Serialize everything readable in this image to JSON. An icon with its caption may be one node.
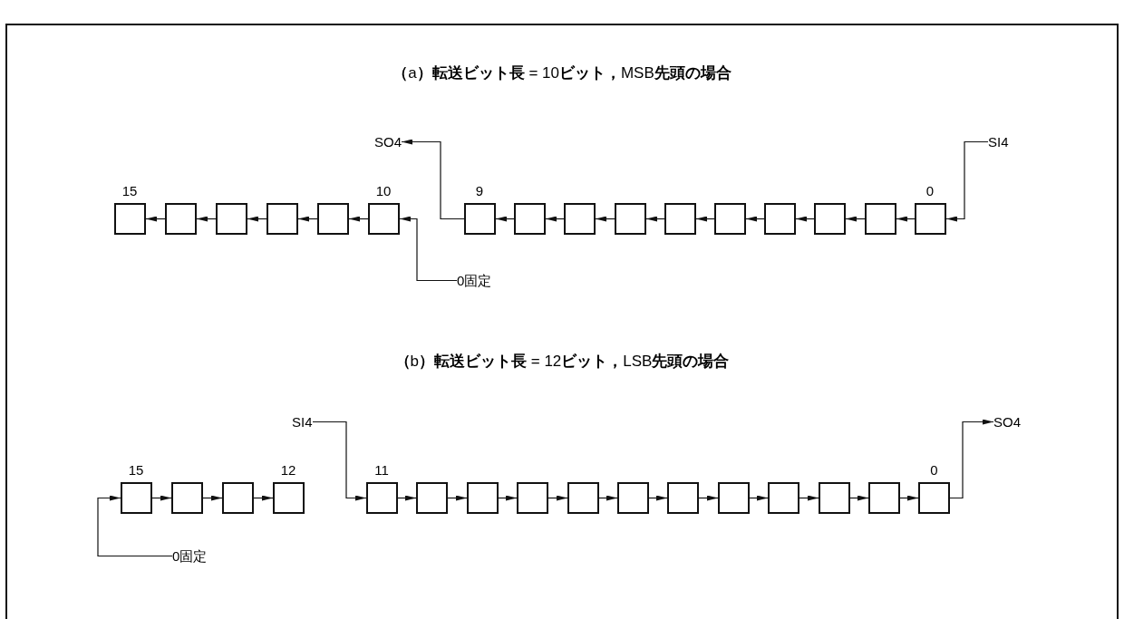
{
  "diagram": {
    "nodes": [
      {
        "text": [
          "SO4"
        ]
      },
      {
        "text": [
          "SI4"
        ]
      },
      {
        "text": [],
        "shape": "box",
        "beside": [
          "15"
        ]
      },
      {
        "text": [],
        "shape": "box"
      },
      {
        "text": [],
        "shape": "box"
      },
      {
        "text": [],
        "shape": "box"
      },
      {
        "text": [],
        "shape": "box"
      },
      {
        "text": [],
        "shape": "box",
        "beside": [
          "10"
        ]
      },
      {
        "text": [],
        "shape": "box",
        "beside": [
          "9"
        ]
      },
      {
        "text": [],
        "shape": "box"
      },
      {
        "text": [],
        "shape": "box"
      },
      {
        "text": [],
        "shape": "box"
      },
      {
        "text": [],
        "shape": "box"
      },
      {
        "text": [],
        "shape": "box"
      },
      {
        "text": [],
        "shape": "box"
      },
      {
        "text": [],
        "shape": "box"
      },
      {
        "text": [],
        "shape": "box"
      },
      {
        "text": [],
        "shape": "box",
        "beside": [
          "0"
        ]
      },
      {
        "text": [
          "0固定"
        ]
      },
      {
        "text": [
          "SI4"
        ]
      },
      {
        "text": [
          "SO4"
        ]
      },
      {
        "text": [],
        "shape": "box",
        "beside": [
          "15"
        ]
      },
      {
        "text": [],
        "shape": "box"
      },
      {
        "text": [],
        "shape": "box"
      },
      {
        "text": [],
        "shape": "box",
        "beside": [
          "12"
        ]
      },
      {
        "text": [],
        "shape": "box",
        "beside": [
          "11"
        ]
      },
      {
        "text": [],
        "shape": "box"
      },
      {
        "text": [],
        "shape": "box"
      },
      {
        "text": [],
        "shape": "box"
      },
      {
        "text": [],
        "shape": "box"
      },
      {
        "text": [],
        "shape": "box"
      },
      {
        "text": [],
        "shape": "box"
      },
      {
        "text": [],
        "shape": "box"
      },
      {
        "text": [],
        "shape": "box"
      },
      {
        "text": [],
        "shape": "box"
      },
      {
        "text": [],
        "shape": "box"
      },
      {
        "text": [],
        "shape": "box",
        "beside": [
          "0"
        ]
      },
      {
        "text": [
          "0固定"
        ]
      }
    ],
    "edges": [
      {
        "from": 17,
        "to": 16,
        "arrow": "to"
      },
      {
        "from": 16,
        "to": 15,
        "arrow": "to"
      },
      {
        "from": 15,
        "to": 14,
        "arrow": "to"
      },
      {
        "from": 14,
        "to": 13,
        "arrow": "to"
      },
      {
        "from": 13,
        "to": 12,
        "arrow": "to"
      },
      {
        "from": 12,
        "to": 11,
        "arrow": "to"
      },
      {
        "from": 11,
        "to": 10,
        "arrow": "to"
      },
      {
        "from": 10,
        "to": 9,
        "arrow": "to"
      },
      {
        "from": 9,
        "to": 8,
        "arrow": "to"
      },
      {
        "from": 7,
        "to": 6,
        "arrow": "to"
      },
      {
        "from": 6,
        "to": 5,
        "arrow": "to"
      },
      {
        "from": 5,
        "to": 4,
        "arrow": "to"
      },
      {
        "from": 4,
        "to": 3,
        "arrow": "to"
      },
      {
        "from": 3,
        "to": 2,
        "arrow": "to"
      },
      {
        "from": 8,
        "to": 0,
        "arrow": "to"
      },
      {
        "from": 1,
        "to": 17,
        "arrow": "to"
      },
      {
        "from": 18,
        "to": 7,
        "arrow": "to"
      },
      {
        "from": 21,
        "to": 22,
        "arrow": "to"
      },
      {
        "from": 22,
        "to": 23,
        "arrow": "to"
      },
      {
        "from": 23,
        "to": 24,
        "arrow": "to"
      },
      {
        "from": 25,
        "to": 26,
        "arrow": "to"
      },
      {
        "from": 26,
        "to": 27,
        "arrow": "to"
      },
      {
        "from": 27,
        "to": 28,
        "arrow": "to"
      },
      {
        "from": 28,
        "to": 29,
        "arrow": "to"
      },
      {
        "from": 29,
        "to": 30,
        "arrow": "to"
      },
      {
        "from": 30,
        "to": 31,
        "arrow": "to"
      },
      {
        "from": 31,
        "to": 32,
        "arrow": "to"
      },
      {
        "from": 32,
        "to": 33,
        "arrow": "to"
      },
      {
        "from": 33,
        "to": 34,
        "arrow": "to"
      },
      {
        "from": 34,
        "to": 35,
        "arrow": "to"
      },
      {
        "from": 35,
        "to": 36,
        "arrow": "to"
      },
      {
        "from": 19,
        "to": 25,
        "arrow": "to"
      },
      {
        "from": 36,
        "to": 20,
        "arrow": "to"
      },
      {
        "from": 37,
        "to": 21,
        "arrow": "to"
      }
    ],
    "labels": [
      "**（**a**）転送ビット長** = 10**ビット，**MSB**先頭の場合**",
      "**（**b**）転送ビット長** = 12**ビット，**LSB**先頭の場合**"
    ]
  }
}
